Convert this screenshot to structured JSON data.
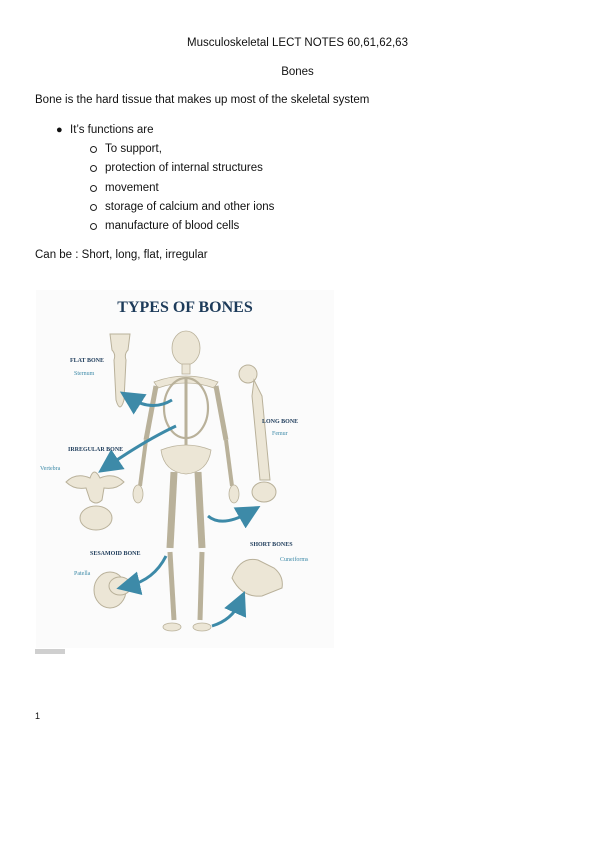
{
  "document": {
    "title": "Musculoskeletal LECT NOTES 60,61,62,63",
    "subtitle": "Bones",
    "intro": "Bone is the hard tissue that makes up most of the skeletal system",
    "bullet": "It’s functions are",
    "functions": [
      "To support,",
      "protection of internal structures",
      "movement",
      "storage of calcium and other ions",
      "manufacture of blood cells"
    ],
    "types_line": "Can be :  Short, long, flat, irregular",
    "page_number": "1"
  },
  "figure": {
    "heading": "TYPES OF BONES",
    "labels": {
      "flat_bone": "FLAT BONE",
      "sternum": "Sternum",
      "long_bone": "LONG BONE",
      "femur": "Femur",
      "irregular_bone": "IRREGULAR BONE",
      "vertebra": "Vertebra",
      "sesamoid_bone": "SESAMOID BONE",
      "patella": "Patella",
      "short_bones": "SHORT BONES",
      "cuneiforms": "Cuneiforms"
    },
    "colors": {
      "heading": "#1d3b5a",
      "arrow": "#3d8aa8",
      "bone": "#ece6d6",
      "bone_shade": "#c9c1ac"
    }
  }
}
